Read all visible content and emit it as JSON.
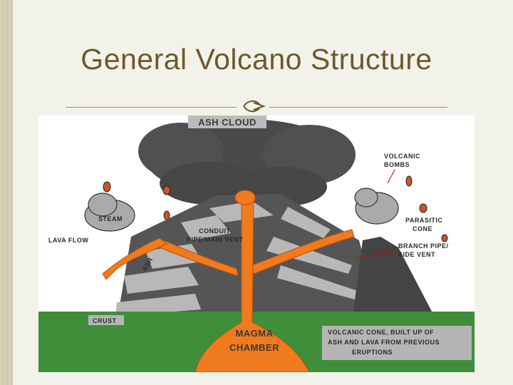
{
  "slide": {
    "title": "General Volcano Structure"
  },
  "icons": {
    "ornament": "bullet-ornament-icon"
  },
  "colors": {
    "title": "#6b5a2b",
    "magma": "#f07a1e",
    "ground": "#3f8f3a",
    "ash": "#555555"
  },
  "labels": {
    "ash_cloud": "ASH CLOUD",
    "volcanic_bombs_1": "VOLCANIC",
    "volcanic_bombs_2": "BOMBS",
    "steam": "STEAM",
    "lava_flow": "LAVA FLOW",
    "conduit_1": "CONDUIT",
    "conduit_2": "PIPE/MAIN VENT",
    "ash": "ASH",
    "parasitic_1": "PARASITIC",
    "parasitic_2": "CONE",
    "branch_1": "BRANCH PIPE/",
    "branch_2": "SIDE VENT",
    "crust": "CRUST",
    "magma_1": "MAGMA",
    "magma_2": "CHAMBER",
    "cone_1": "VOLCANIC CONE, BUILT UP OF",
    "cone_2": "ASH AND LAVA FROM PREVIOUS",
    "cone_3": "ERUPTIONS"
  }
}
